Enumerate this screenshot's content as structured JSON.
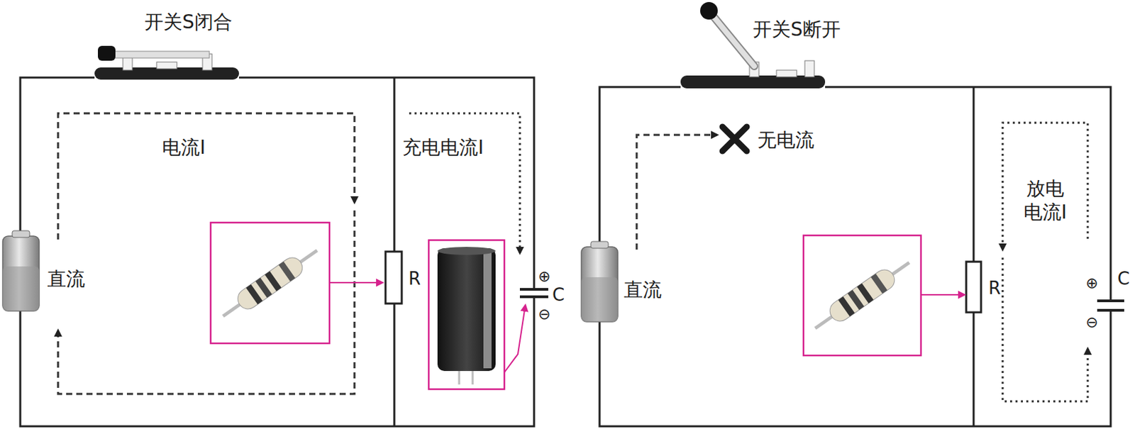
{
  "diagram": {
    "labels": [
      "开关S闭合",
      "电流I",
      "充电电流I",
      "直流",
      "R",
      "⊕",
      "C",
      "⊖",
      "开关S断开",
      "无电流",
      "直流",
      "R",
      "放电 电流I",
      "⊕",
      "C",
      "⊖"
    ]
  }
}
